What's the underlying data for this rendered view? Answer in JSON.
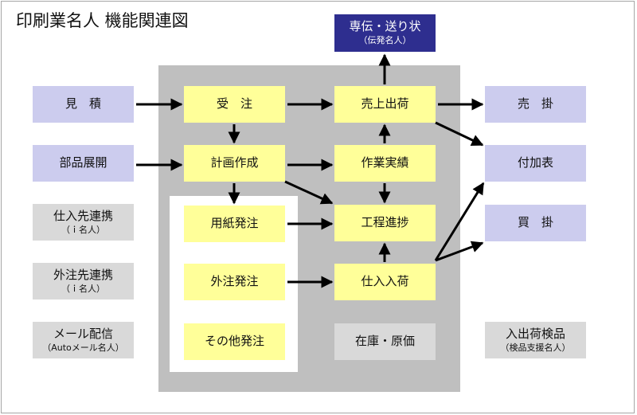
{
  "title": "印刷業名人 機能関連図",
  "nodes": {
    "mitsumori": "見　積",
    "buhin_tenkai": "部品展開",
    "shiire_renkei": "仕入先連携",
    "shiire_renkei_sub": "（ｉ名人）",
    "gaichu_renkei": "外注先連携",
    "gaichu_renkei_sub": "（ｉ名人）",
    "mail": "メール配信",
    "mail_sub": "（Autoメール名人）",
    "juchu": "受　注",
    "keikaku": "計画作成",
    "yoshi": "用紙発注",
    "gaichu": "外注発注",
    "sonota": "その他発注",
    "senden": "専伝・送り状",
    "senden_sub": "（伝発名人）",
    "uriage": "売上出荷",
    "sagyou": "作業実績",
    "koutei": "工程進捗",
    "shiire_nyuka": "仕入入荷",
    "zaiko": "在庫・原価",
    "urikake": "売　掛",
    "fukahyo": "付加表",
    "kaikake": "買　掛",
    "kensa": "入出荷検品",
    "kensa_sub": "（検品支援名人）"
  },
  "colors": {
    "input_box": "#ccccee",
    "process_box": "#ffff99",
    "linked_box": "#d9d9d9",
    "header_box": "#2e2e8f",
    "process_area": "#bfbfbf",
    "arrow": "#000000"
  }
}
